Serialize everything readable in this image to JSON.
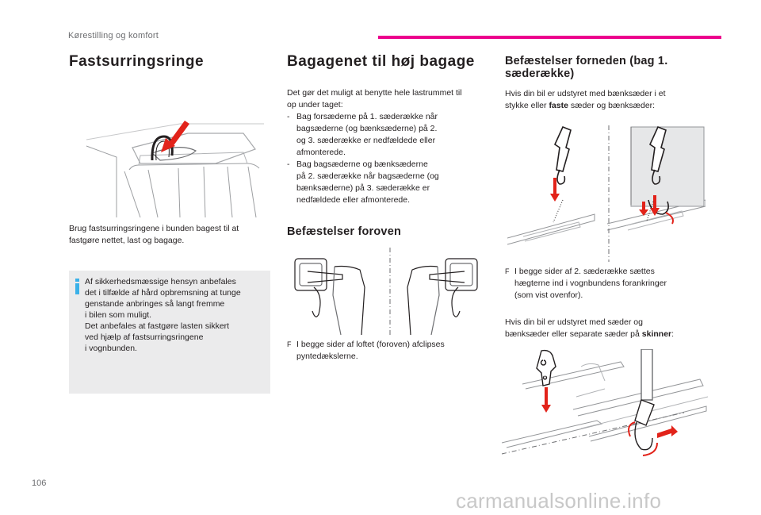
{
  "header": {
    "section_title": "Kørestilling og komfort",
    "accent_color": "#ec008c"
  },
  "page_number": "106",
  "col1": {
    "title": "Fastsurringsringe",
    "body_lines": [
      "Brug fastsurringsringene i bunden bagest til at",
      "fastgøre nettet, last og bagage."
    ],
    "info": {
      "icon": "info-icon",
      "lines": [
        "Af sikkerhedsmæssige hensyn anbefales",
        "det i tilfælde af hård opbremsning at tunge",
        "genstande anbringes så langt fremme",
        "i bilen som muligt.",
        "Det anbefales at fastgøre lasten sikkert",
        "ved hjælp af fastsurringsringene",
        "i vognbunden."
      ]
    }
  },
  "col2": {
    "title": "Bagagenet til høj bagage",
    "intro_lines": [
      "Det gør det muligt at benytte hele lastrummet til",
      "op under taget:"
    ],
    "dash_items": [
      {
        "mark": "-",
        "lines": [
          "Bag forsæderne på 1. sæderække når",
          "bagsæderne (og bænksæderne) på 2.",
          "og 3. sæderække er nedfældede eller",
          "afmonterede."
        ]
      },
      {
        "mark": "-",
        "lines": [
          "Bag bagsæderne og bænksæderne",
          "på 2. sæderække når bagsæderne (og",
          "bænksæderne) på 3. sæderække er",
          "nedfældede eller afmonterede."
        ]
      }
    ],
    "subtitle": "Befæstelser foroven",
    "step": {
      "mark": "F",
      "lines": [
        "I begge sider af loftet (foroven) afclipses",
        "pyntedækslerne."
      ]
    }
  },
  "col3": {
    "title_lines": [
      "Befæstelser forneden (bag 1.",
      "sæderække)"
    ],
    "intro_lines": [
      "Hvis din bil er udstyret med bænksæder i et"
    ],
    "intro_line2_pre": "stykke eller ",
    "intro_line2_bold": "faste",
    "intro_line2_post": " sæder og bænksæder:",
    "step": {
      "mark": "F",
      "lines": [
        "I begge sider af 2. sæderække sættes",
        "hægterne ind i vognbundens forankringer",
        "(som vist ovenfor)."
      ]
    },
    "outro_line1": "Hvis din bil er udstyret med sæder og",
    "outro_line2_pre": "bænksæder eller separate sæder på ",
    "outro_line2_bold": "skinner",
    "outro_line2_post": ":"
  },
  "watermark": "carmanualsonline.info",
  "colors": {
    "arrow_red": "#e2231a",
    "info_blue": "#3bb1e8",
    "box_gray": "#ebebec"
  }
}
